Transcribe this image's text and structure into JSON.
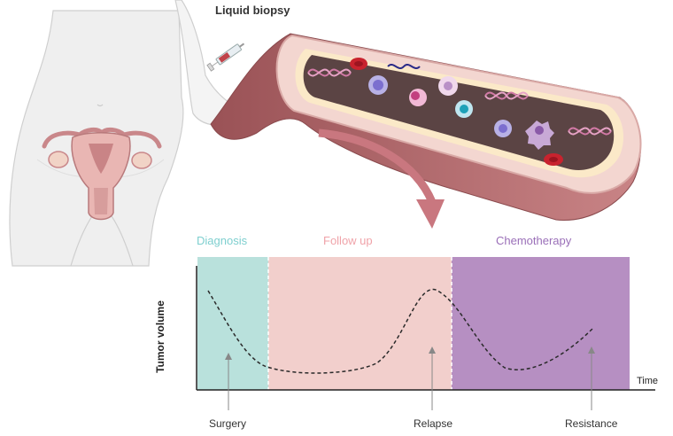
{
  "labels": {
    "liquid_biopsy": "Liquid biopsy",
    "diagnosis": "Diagnosis",
    "follow_up": "Follow up",
    "chemotherapy": "Chemotherapy",
    "y_axis": "Tumor volume",
    "x_axis": "Time",
    "surgery": "Surgery",
    "relapse": "Relapse",
    "resistance": "Resistance"
  },
  "colors": {
    "diagnosis": "#b9e1dc",
    "follow_up": "#f2cfcc",
    "chemotherapy": "#b68fc2",
    "vessel_outer": "#b86b6e",
    "vessel_wall": "#f3d6d0",
    "vessel_lumen": "#5b4444",
    "arrow": "#c9777f"
  },
  "icons": [
    "uterus-illustration",
    "torso-outline",
    "arm-outline",
    "syringe-icon",
    "blood-vessel",
    "dna-fragment-icon",
    "red-blood-cell-icon",
    "white-blood-cell-icon",
    "tumor-cell-icon",
    "down-arrow-icon"
  ]
}
